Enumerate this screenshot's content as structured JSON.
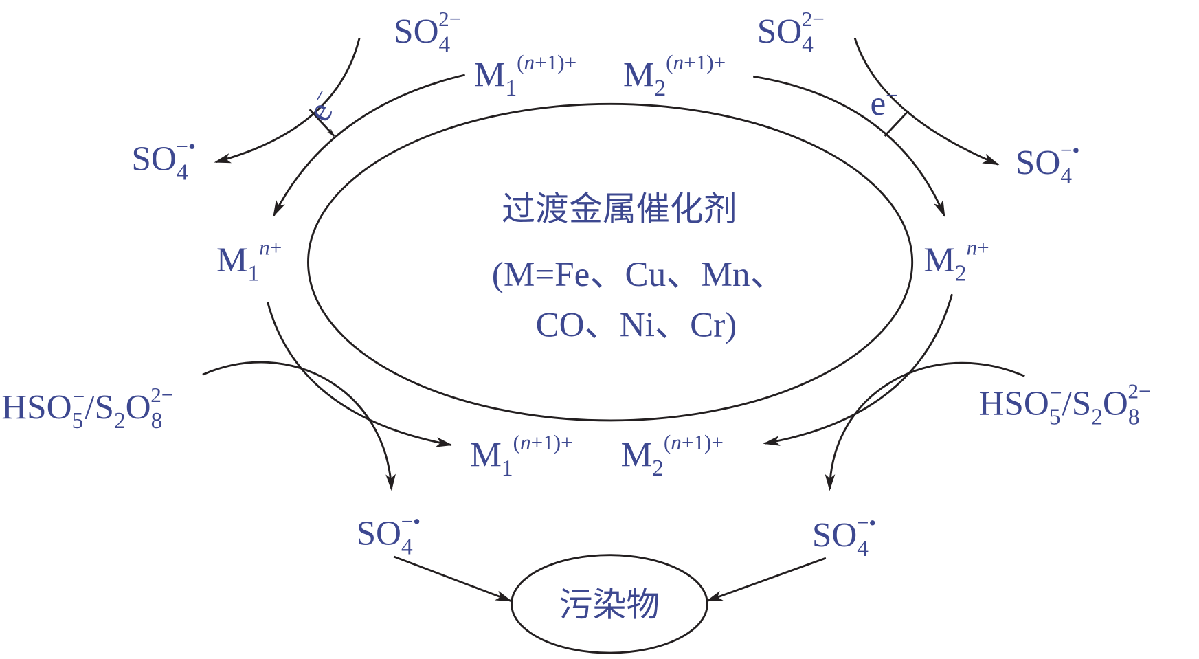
{
  "colors": {
    "text": "#3d4890",
    "line": "#231f20"
  },
  "catalyst": {
    "title": "过渡金属催化剂",
    "line1": "(M=Fe、Cu、Mn、",
    "line2": "CO、Ni、Cr)"
  },
  "pollutant": "污染物",
  "species": {
    "so4_2minus": {
      "base": "SO",
      "sub": "4",
      "sup": "2−"
    },
    "so4_radical": {
      "base": "SO",
      "sub": "4",
      "sup": "−•"
    },
    "m1_high": {
      "base": "M",
      "sub": "1",
      "sup_open": "(",
      "sup_var": "n",
      "sup_close": "+1)+"
    },
    "m2_high": {
      "base": "M",
      "sub": "2",
      "sup_open": "(",
      "sup_var": "n",
      "sup_close": "+1)+"
    },
    "m1_low": {
      "base": "M",
      "sub": "1",
      "sup_var": "n",
      "sup_close": "+"
    },
    "m2_low": {
      "base": "M",
      "sub": "2",
      "sup_var": "n",
      "sup_close": "+"
    },
    "oxidant": {
      "base1": "HSO",
      "sub1": "5",
      "sup1": "−",
      "sep": "/S",
      "sub2": "2",
      "base2": "O",
      "sub3": "8",
      "sup3": "2−"
    },
    "electron": {
      "base": "e",
      "sup": "−"
    }
  }
}
